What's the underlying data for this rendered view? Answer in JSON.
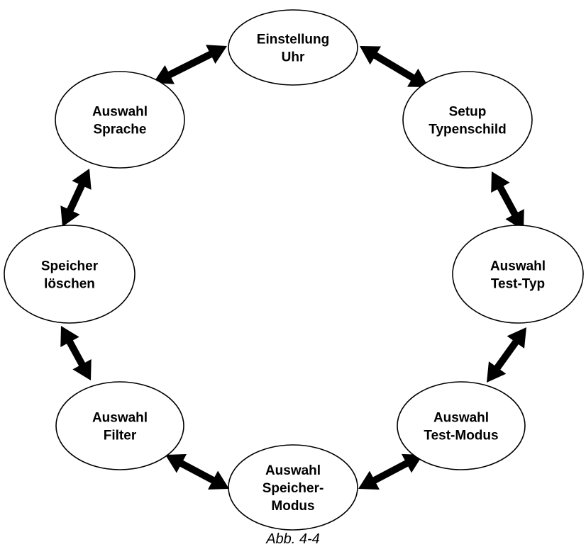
{
  "nodes": [
    {
      "id": "einstellung-uhr",
      "lines": [
        "Einstellung",
        "Uhr"
      ]
    },
    {
      "id": "setup-typenschild",
      "lines": [
        "Setup",
        "Typenschild"
      ]
    },
    {
      "id": "auswahl-test-typ",
      "lines": [
        "Auswahl",
        "Test-Typ"
      ]
    },
    {
      "id": "auswahl-test-modus",
      "lines": [
        "Auswahl",
        "Test-Modus"
      ]
    },
    {
      "id": "auswahl-speicher-modus",
      "lines": [
        "Auswahl",
        "Speicher-",
        "Modus"
      ]
    },
    {
      "id": "auswahl-filter",
      "lines": [
        "Auswahl",
        "Filter"
      ]
    },
    {
      "id": "speicher-loeschen",
      "lines": [
        "Speicher",
        "löschen"
      ]
    },
    {
      "id": "auswahl-sprache",
      "lines": [
        "Auswahl",
        "Sprache"
      ]
    }
  ],
  "edges": [
    {
      "from": "einstellung-uhr",
      "to": "setup-typenschild",
      "bidirectional": true
    },
    {
      "from": "setup-typenschild",
      "to": "auswahl-test-typ",
      "bidirectional": true
    },
    {
      "from": "auswahl-test-typ",
      "to": "auswahl-test-modus",
      "bidirectional": true
    },
    {
      "from": "auswahl-test-modus",
      "to": "auswahl-speicher-modus",
      "bidirectional": true
    },
    {
      "from": "auswahl-speicher-modus",
      "to": "auswahl-filter",
      "bidirectional": true
    },
    {
      "from": "auswahl-filter",
      "to": "speicher-loeschen",
      "bidirectional": true
    },
    {
      "from": "speicher-loeschen",
      "to": "auswahl-sprache",
      "bidirectional": true
    },
    {
      "from": "auswahl-sprache",
      "to": "einstellung-uhr",
      "bidirectional": true
    }
  ],
  "caption": "Abb. 4-4",
  "colors": {
    "stroke": "#000000",
    "fill": "#ffffff"
  }
}
